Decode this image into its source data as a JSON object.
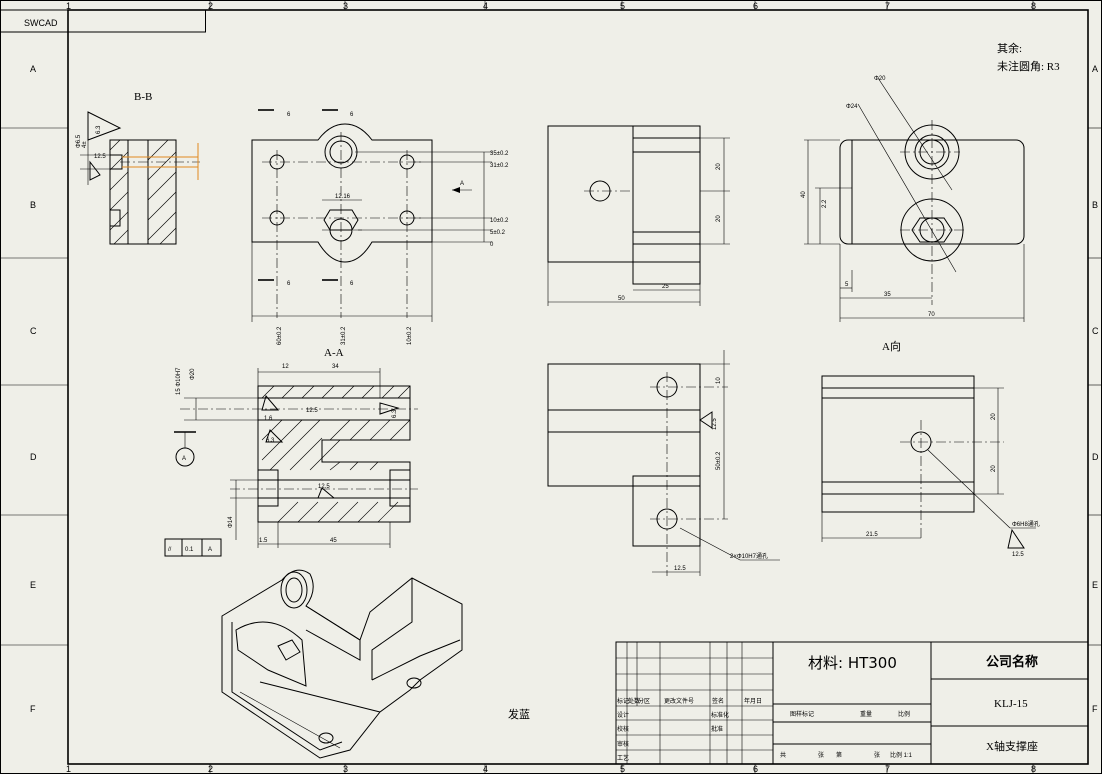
{
  "frame": {
    "top_columns": [
      "1",
      "2",
      "3",
      "4",
      "5",
      "6",
      "7",
      "8"
    ],
    "bottom_columns": [
      "1",
      "2",
      "3",
      "4",
      "5",
      "6",
      "7",
      "8"
    ],
    "left_rows": [
      "A",
      "B",
      "C",
      "D",
      "E",
      "F"
    ],
    "right_rows": [
      "A",
      "B",
      "C",
      "D",
      "E",
      "F"
    ],
    "software_tag": "SWCAD"
  },
  "notes": {
    "line1": "其余:",
    "line2": "未注圆角: R3"
  },
  "views": {
    "section_bb_label": "B-B",
    "section_aa_label": "A-A",
    "view_a_label": "A向",
    "arrow_a_label": "A",
    "cut_label": "6"
  },
  "dimensions": {
    "front_right": [
      "35±0.2",
      "31±0.2",
      "10±0.2",
      "5±0.2",
      "0"
    ],
    "front_bottom": [
      "60±0.2",
      "31±0.2",
      "10±0.2"
    ],
    "front_top_small": "12.16",
    "side_height": [
      "20",
      "20"
    ],
    "side_width": [
      "25",
      "50"
    ],
    "right_view": [
      "Φ20",
      "Φ24",
      "40",
      "2.2",
      "5",
      "35",
      "70"
    ],
    "aa_top": [
      "12",
      "34"
    ],
    "aa_left": [
      "15 Φ10H7",
      "Φ20"
    ],
    "aa_roughness": [
      "1.6",
      "12.5",
      "6.3",
      "6.3",
      "12.5"
    ],
    "aa_bottom": [
      "1.5",
      "45"
    ],
    "aa_diam": "Φ14",
    "bb_left": [
      "Φ6.5",
      "6.3",
      "12.5",
      "4±"
    ],
    "bottom_mid_right": [
      "10",
      "50±0.2",
      "12.5",
      "12.5",
      "2×Φ10H7通孔"
    ],
    "view_a_dims": [
      "20",
      "20",
      "21.5",
      "Φ6H8通孔",
      "12.5"
    ],
    "tolerance_frame": [
      "//",
      "0.1",
      "A"
    ],
    "datum": "A"
  },
  "misc": {
    "stamp_text": "发蓝"
  },
  "title_block": {
    "material": "材料: HT300",
    "company": "公司名称",
    "drawing_no": "KLJ-15",
    "part_name": "X轴支撑座",
    "rev_headers": [
      "标记",
      "处数",
      "分区",
      "更改文件号",
      "签名",
      "年月日"
    ],
    "sign_rows": [
      "设计",
      "校核",
      "审核",
      "工艺"
    ],
    "sign_cols": [
      "标准化",
      "批准"
    ],
    "stage_headers": [
      "图样标记",
      "重量",
      "比例"
    ],
    "sheet_row": [
      "共",
      "张",
      "第",
      "张",
      "比例 1:1"
    ]
  }
}
